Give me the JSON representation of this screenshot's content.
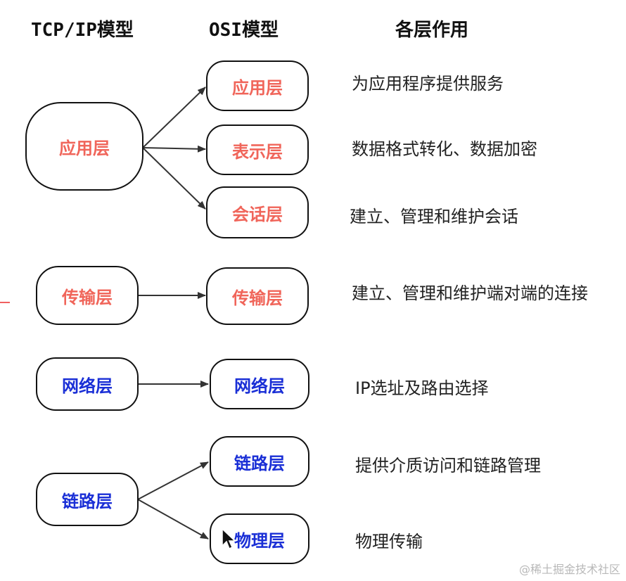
{
  "headers": {
    "tcpip": "TCP/IP模型",
    "osi": "OSI模型",
    "roles": "各层作用"
  },
  "tcpip_layers": [
    {
      "label": "应用层",
      "color": "red"
    },
    {
      "label": "传输层",
      "color": "red"
    },
    {
      "label": "网络层",
      "color": "blue"
    },
    {
      "label": "链路层",
      "color": "blue"
    }
  ],
  "osi_layers": [
    {
      "label": "应用层",
      "color": "red",
      "role": "为应用程序提供服务"
    },
    {
      "label": "表示层",
      "color": "red",
      "role": "数据格式转化、数据加密"
    },
    {
      "label": "会话层",
      "color": "red",
      "role": "建立、管理和维护会话"
    },
    {
      "label": "传输层",
      "color": "red",
      "role": "建立、管理和维护端对端的连接"
    },
    {
      "label": "网络层",
      "color": "blue",
      "role": "IP选址及路由选择"
    },
    {
      "label": "链路层",
      "color": "blue",
      "role": "提供介质访问和链路管理"
    },
    {
      "label": "物理层",
      "color": "blue",
      "role": "物理传输"
    }
  ],
  "colors": {
    "upper": "#f0655a",
    "lower": "#1a2fd6"
  },
  "watermark": "@稀土掘金技术社区"
}
